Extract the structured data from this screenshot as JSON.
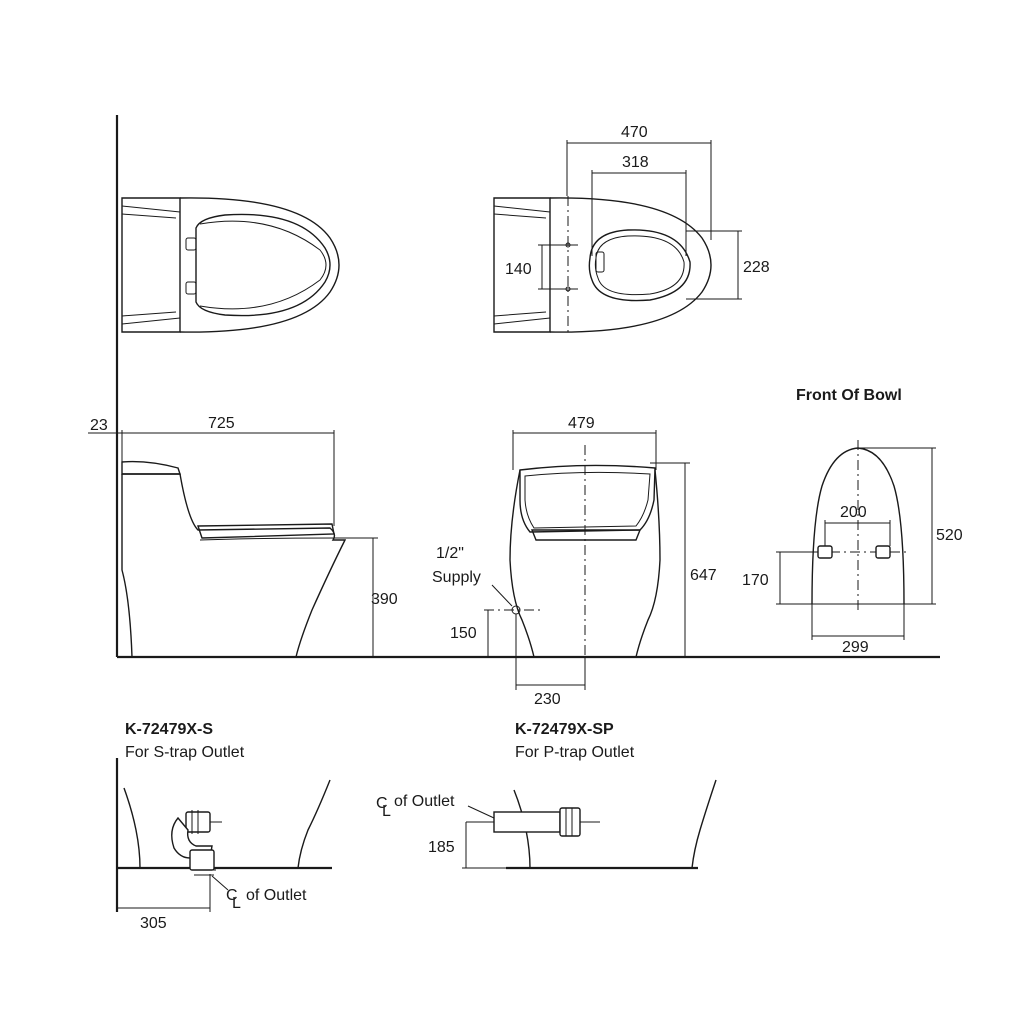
{
  "dims": {
    "d470": "470",
    "d318": "318",
    "d140": "140",
    "d228": "228",
    "d23": "23",
    "d725": "725",
    "d479": "479",
    "d390": "390",
    "d647": "647",
    "d150": "150",
    "d230": "230",
    "d200": "200",
    "d520": "520",
    "d170": "170",
    "d299": "299",
    "d185": "185",
    "d305": "305"
  },
  "labels": {
    "front_of_bowl": "Front Of Bowl",
    "supply_size": "1/2\"",
    "supply": "Supply",
    "model_s": "K-72479X-S",
    "model_s_desc": "For S-trap Outlet",
    "model_sp": "K-72479X-SP",
    "model_sp_desc": "For P-trap Outlet",
    "cl_outlet_p": "of Outlet",
    "cl_outlet_s": "of Outlet",
    "cl_symbol": "C",
    "cl_symbol_l": "L"
  }
}
